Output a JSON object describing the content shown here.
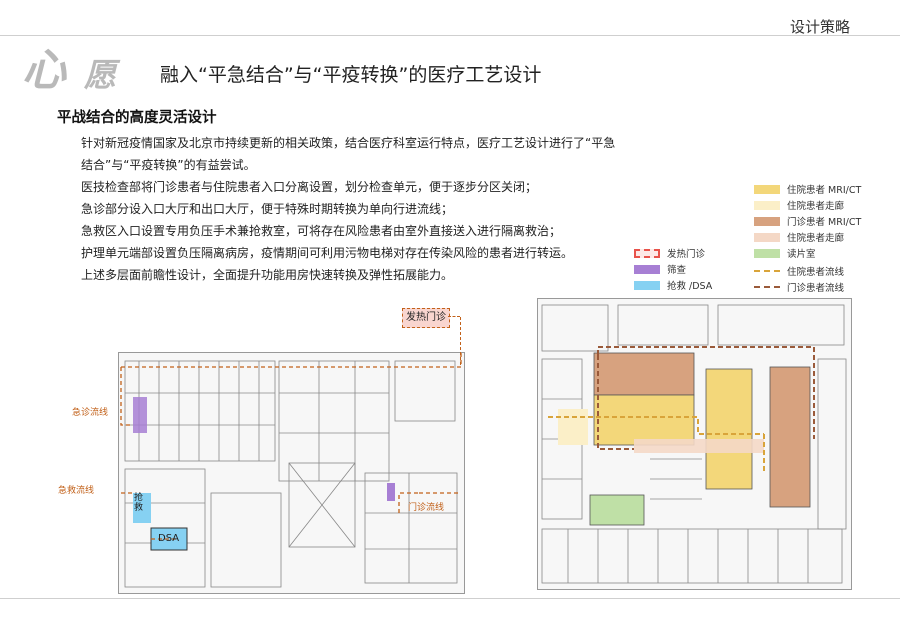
{
  "header": {
    "section": "设计策略",
    "logo_text": [
      "心",
      "愿"
    ],
    "title": "融入“平急结合”与“平疫转换”的医疗工艺设计"
  },
  "content": {
    "subtitle": "平战结合的高度灵活设计",
    "paragraphs": [
      "针对新冠疫情国家及北京市持续更新的相关政策，结合医疗科室运行特点，医疗工艺设计进行了“平急结合”与“平疫转换”的有益尝试。",
      "医技检查部将门诊患者与住院患者入口分离设置，划分检查单元，便于逐步分区关闭；",
      "急诊部分设入口大厅和出口大厅，便于特殊时期转换为单向行进流线；",
      "急救区入口设置专用负压手术兼抢救室，可将存在风险患者由室外直接送入进行隔离救治；",
      "护理单元端部设置负压隔离病房，疫情期间可利用污物电梯对存在传染风险的患者进行转运。",
      "上述多层面前瞻性设计，全面提升功能用房快速转换及弹性拓展能力。"
    ]
  },
  "legend_left": {
    "items": [
      {
        "label": "发热门诊",
        "style": "dashed-red",
        "color": "#e8524a"
      },
      {
        "label": "筛查",
        "style": "fill",
        "color": "#a77fd4"
      },
      {
        "label": "抢救 /DSA",
        "style": "fill",
        "color": "#86d1f2"
      }
    ]
  },
  "legend_right": {
    "items": [
      {
        "label": "住院患者 MRI/CT",
        "style": "fill",
        "color": "#f3d77a"
      },
      {
        "label": "住院患者走廊",
        "style": "fill",
        "color": "#fbefc8"
      },
      {
        "label": "门诊患者 MRI/CT",
        "style": "fill",
        "color": "#d7a27f"
      },
      {
        "label": "住院患者走廊",
        "style": "fill",
        "color": "#f4d8c6"
      },
      {
        "label": "读片室",
        "style": "fill",
        "color": "#bfe0a6"
      },
      {
        "label": "住院患者流线",
        "style": "dash",
        "color": "#d9a43a"
      },
      {
        "label": "门诊患者流线",
        "style": "dash",
        "color": "#9a5a3a"
      }
    ]
  },
  "plan_left": {
    "callout": "发热门诊",
    "labels": {
      "emergency_flow": "急诊流线",
      "rescue_flow": "急救流线",
      "outpatient_flow": "门诊流线",
      "rescue": "抢救",
      "dsa": "DSA"
    }
  },
  "colors": {
    "accent_orange": "#c2611a",
    "fever_red": "#e8524a",
    "purple": "#a77fd4",
    "blue": "#86d1f2",
    "yellow": "#f3d77a",
    "brown": "#d7a27f",
    "green": "#bfe0a6"
  }
}
